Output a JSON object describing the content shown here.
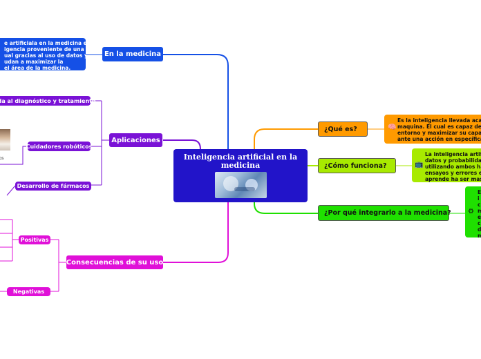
{
  "central": {
    "title": "Inteligencia artificial en la medicina",
    "image": "medical-ai-illustration"
  },
  "left": {
    "en_la_medicina": {
      "label": "En la medicina",
      "description_lines": [
        "e artificiala en la medicina es",
        "igencia proveniente de una",
        "ual gracias al uso de datos y",
        "udan a maximizar la",
        "el área de la medicina."
      ]
    },
    "aplicaciones": {
      "label": "Aplicaciones",
      "items": [
        "ayuda al diagnóstico y tratamiento",
        "Cuidadores robóticos",
        "Desarrollo de fármacos"
      ],
      "robot_caption": "cos"
    },
    "consecuencias": {
      "label": "Consecuencias de su uso",
      "items": [
        "Positivas",
        "Negativas"
      ]
    }
  },
  "right": {
    "que_es": {
      "label": "¿Qué es?",
      "icon": "brain-icon",
      "description_lines": [
        "Es la inteligencia llevada acabo",
        "maquina. El cual es capaz de pe",
        "entorno y maximizar su capaci",
        "ante una acción en específica."
      ]
    },
    "como_funciona": {
      "label": "¿Cómo funciona?",
      "icon": "tv-icon",
      "description_lines": [
        "La inteligencia artifi",
        "datos y probabilidad",
        "utilizando ambos  ha",
        "ensayos y errores en",
        "aprende ha ser mas"
      ]
    },
    "por_que": {
      "label": "¿Por qué integrarlo a la medicina?",
      "icon": "gear-icon",
      "description_lines": [
        "E",
        "i",
        "c",
        "m",
        "e",
        "c",
        "d",
        "m"
      ]
    }
  },
  "colors": {
    "central": "#2214c9",
    "blue": "#1550e6",
    "purple": "#7a12d6",
    "pink": "#e010d8",
    "orange": "#ff9a00",
    "yellow": "#a8ea00",
    "green": "#1fe000"
  }
}
